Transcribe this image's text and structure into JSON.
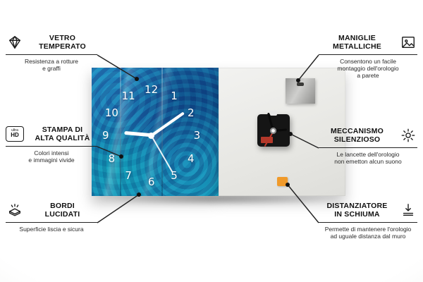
{
  "callouts": {
    "left": [
      {
        "icon": "diamond-icon",
        "title": [
          "VETRO",
          "TEMPERATO"
        ],
        "desc": [
          "Resistenza a rotture",
          "e graffi"
        ]
      },
      {
        "icon": "ultra-hd-icon",
        "title": [
          "STAMPA DI",
          "ALTA QUALITÀ"
        ],
        "desc": [
          "Colori intensi",
          "e immagini vivide"
        ]
      },
      {
        "icon": "polished-edge-icon",
        "title": [
          "BORDI",
          "LUCIDATI"
        ],
        "desc": [
          "Superficie liscia e sicura"
        ]
      }
    ],
    "right": [
      {
        "icon": "picture-frame-icon",
        "title": [
          "MANIGLIE",
          "METALLICHE"
        ],
        "desc": [
          "Consentono un facile",
          "montaggio dell'orologio",
          "a parete"
        ]
      },
      {
        "icon": "gear-icon",
        "title": [
          "MECCANISMO",
          "SILENZIOSO"
        ],
        "desc": [
          "Le lancette dell'orologio",
          "non emetton alcun suono"
        ]
      },
      {
        "icon": "foam-spacer-icon",
        "title": [
          "DISTANZIATORE",
          "IN SCHIUMA"
        ],
        "desc": [
          "Permette di mantenere l'orologio",
          "ad uguale distanza dal muro"
        ]
      }
    ]
  },
  "ultra_hd_badge": {
    "line1": "ultra",
    "line2": "HD"
  },
  "clock": {
    "numbers": [
      "12",
      "1",
      "2",
      "3",
      "4",
      "5",
      "6",
      "7",
      "8",
      "9",
      "10",
      "11"
    ]
  },
  "colors": {
    "clock_blue": "#1f7ab0",
    "foam_orange": "#f09a2a",
    "line": "#222222"
  }
}
